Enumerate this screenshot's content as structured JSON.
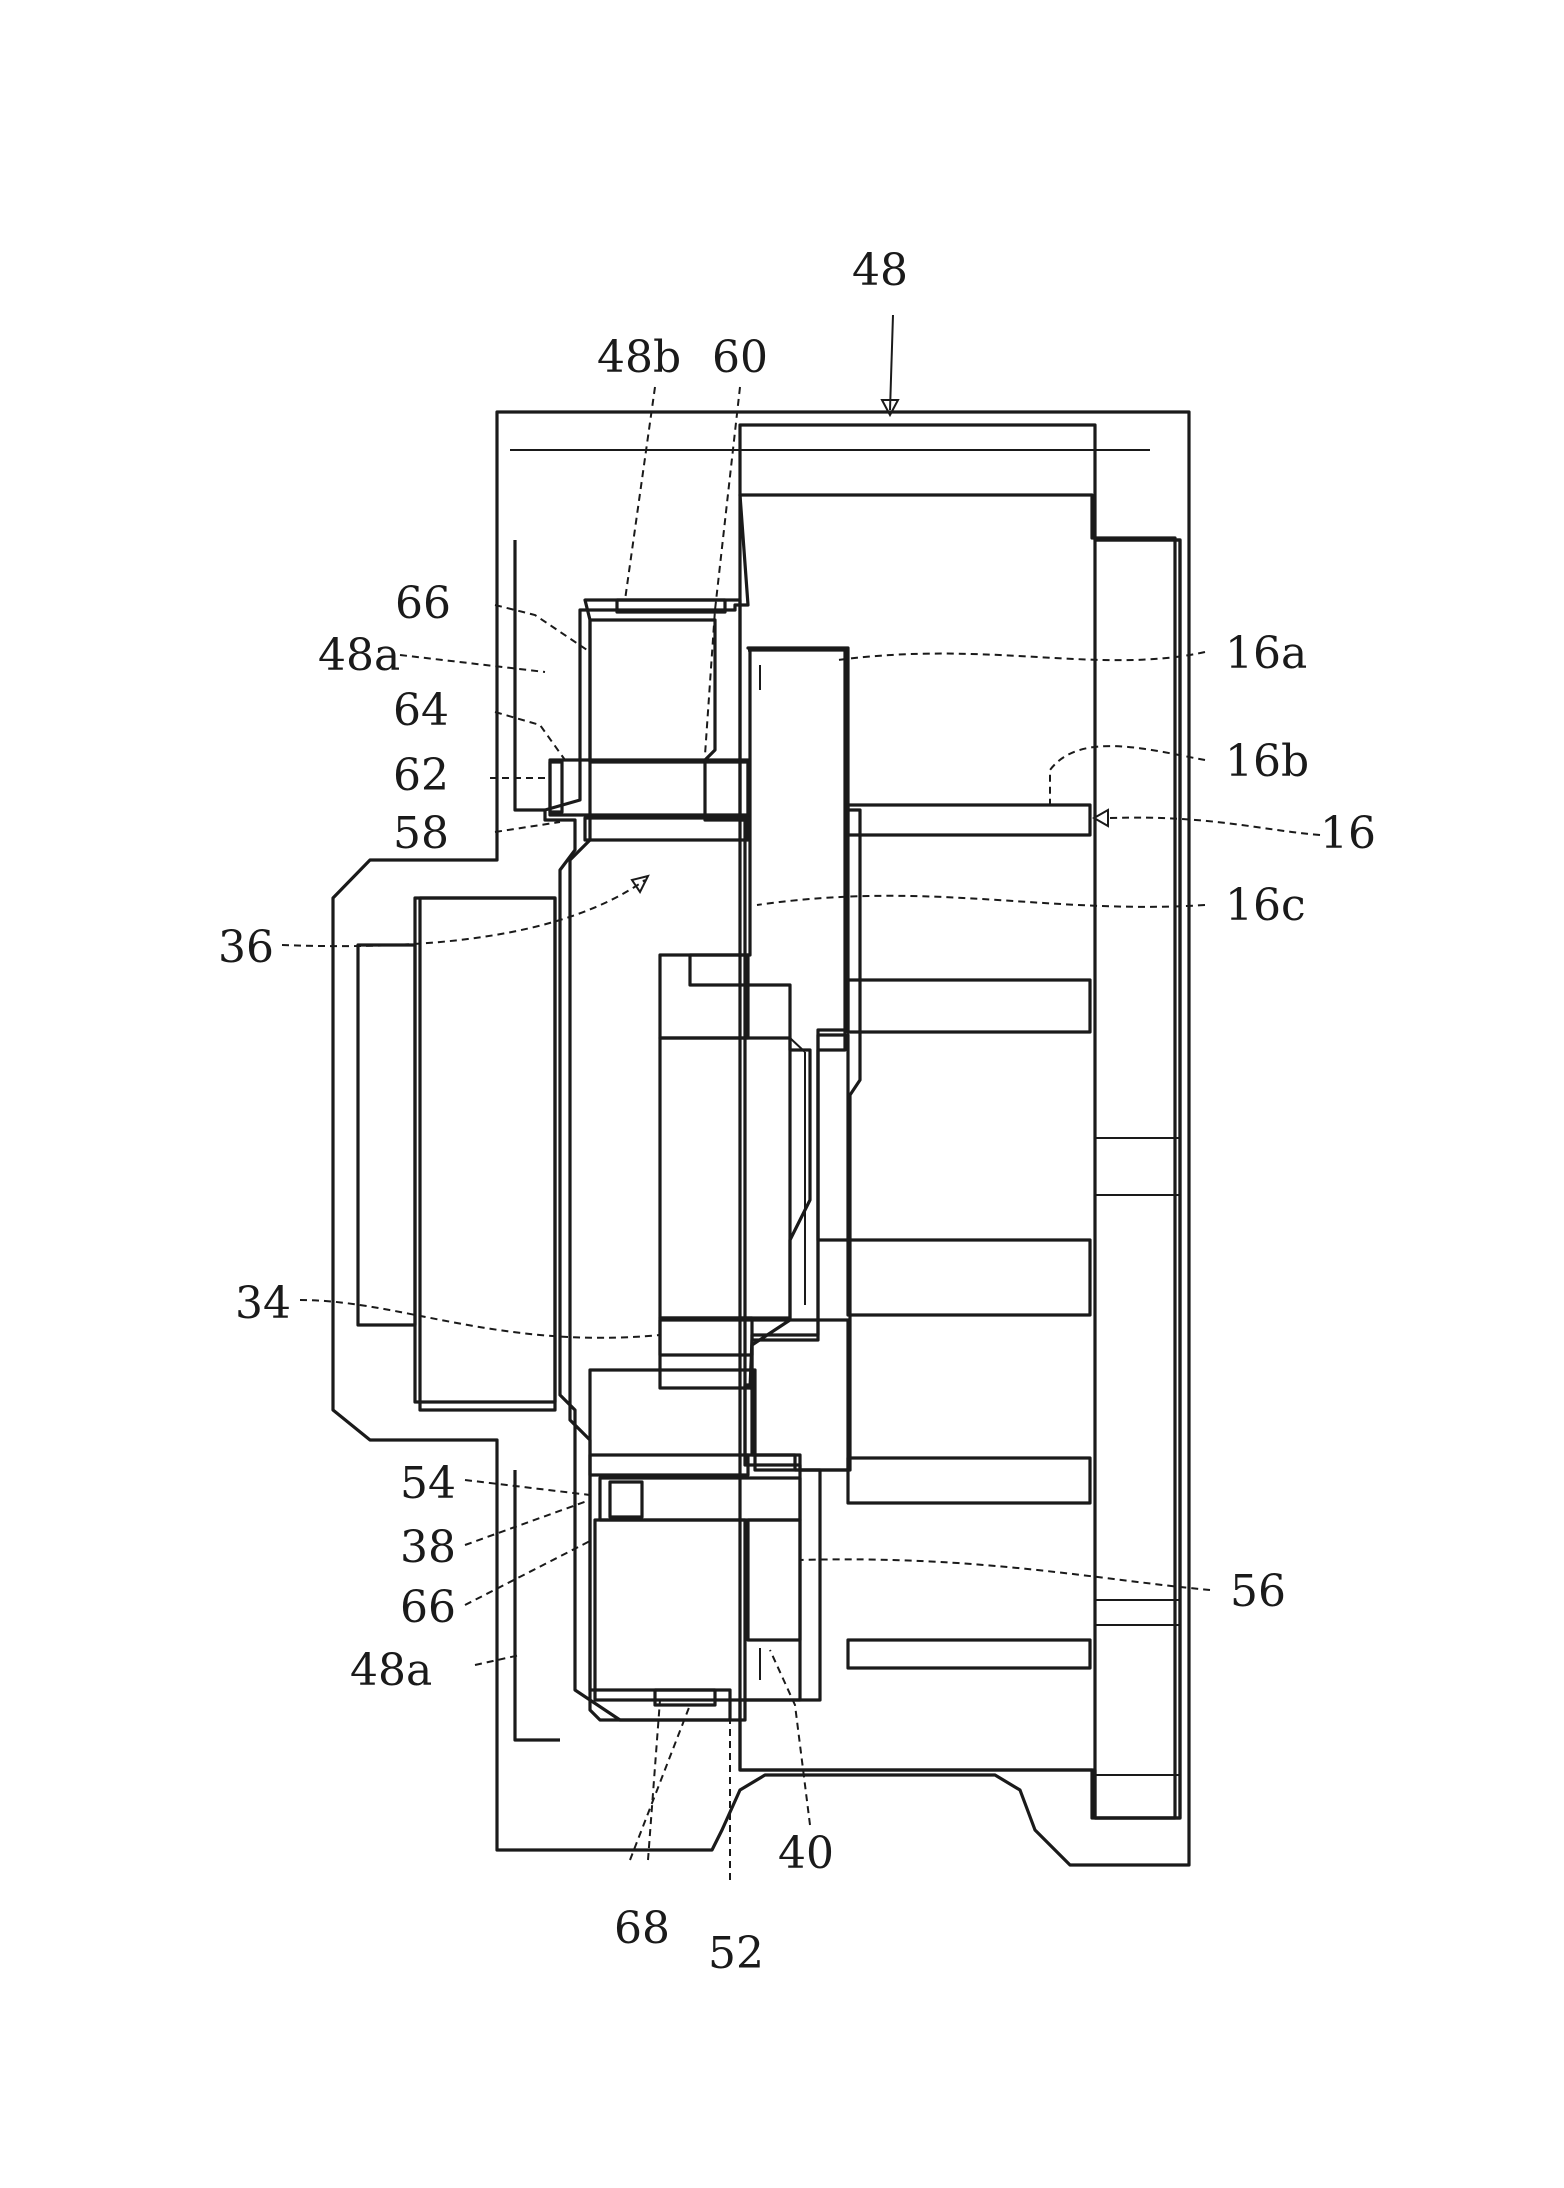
{
  "figure": {
    "labels": {
      "l48": "48",
      "l48b": "48b",
      "l60": "60",
      "l66_top": "66",
      "l48a_top": "48a",
      "l64": "64",
      "l62": "62",
      "l58": "58",
      "l36": "36",
      "l16a": "16a",
      "l16b": "16b",
      "l16": "16",
      "l16c": "16c",
      "l34": "34",
      "l54": "54",
      "l38": "38",
      "l66_bottom": "66",
      "l48a_bottom": "48a",
      "l56": "56",
      "l40": "40",
      "l68": "68",
      "l52": "52"
    }
  }
}
